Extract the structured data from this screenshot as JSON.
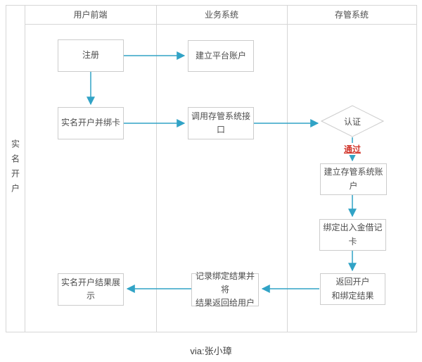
{
  "diagram": {
    "side_lane": {
      "label": "实名开户"
    },
    "columns": [
      {
        "label": "用户前端"
      },
      {
        "label": "业务系统"
      },
      {
        "label": "存管系统"
      }
    ],
    "nodes": {
      "register": {
        "label": "注册",
        "type": "process",
        "lane": "用户前端"
      },
      "create_platform_account": {
        "label": "建立平台账户",
        "type": "process",
        "lane": "业务系统"
      },
      "realname_open_bind_card": {
        "label": "实名开户并绑卡",
        "type": "process",
        "lane": "用户前端"
      },
      "call_custody_api": {
        "label": "调用存管系统接口",
        "type": "process",
        "lane": "业务系统"
      },
      "auth": {
        "label": "认证",
        "type": "decision",
        "lane": "存管系统"
      },
      "create_custody_account": {
        "label": "建立存管系统账户",
        "type": "process",
        "lane": "存管系统"
      },
      "bind_debit_card": {
        "label": "绑定出入金借记卡",
        "type": "process",
        "lane": "存管系统"
      },
      "return_results": {
        "label": "返回开户\n和绑定结果",
        "type": "process",
        "lane": "存管系统"
      },
      "record_and_return": {
        "label": "记录绑定结果并将\n结果返回给用户",
        "type": "process",
        "lane": "业务系统"
      },
      "result_display": {
        "label": "实名开户结果展示",
        "type": "process",
        "lane": "用户前端"
      }
    },
    "edges": [
      {
        "from": "register",
        "to": "create_platform_account"
      },
      {
        "from": "register",
        "to": "realname_open_bind_card"
      },
      {
        "from": "realname_open_bind_card",
        "to": "call_custody_api"
      },
      {
        "from": "call_custody_api",
        "to": "auth"
      },
      {
        "from": "auth",
        "to": "create_custody_account",
        "label": "通过"
      },
      {
        "from": "create_custody_account",
        "to": "bind_debit_card"
      },
      {
        "from": "bind_debit_card",
        "to": "return_results"
      },
      {
        "from": "return_results",
        "to": "record_and_return"
      },
      {
        "from": "record_and_return",
        "to": "result_display"
      }
    ],
    "colors": {
      "arrow": "#31a3c6",
      "pass_label": "#d2382e",
      "grid_line": "#d6d6d6",
      "node_border": "#cccccc",
      "text": "#4d4d4d"
    }
  },
  "footer": {
    "credit": "via:张小璋"
  }
}
